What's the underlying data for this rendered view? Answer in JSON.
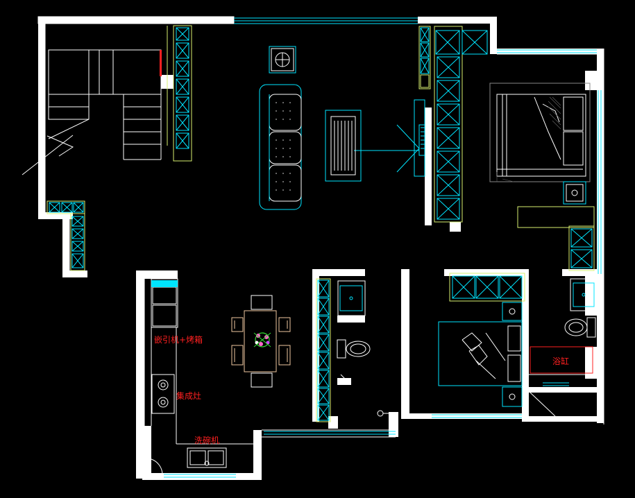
{
  "plan": {
    "labels": {
      "oven": "嵌引机+烤箱",
      "stove": "集成灶",
      "dishwasher": "洗碗机",
      "bathtub": "浴缸"
    },
    "colors": {
      "background": "#000000",
      "wall": "#ffffff",
      "fixture": "#00e5ff",
      "cabinet": "#d7f070",
      "furniture": "#f0c8a0",
      "label": "#ff2020",
      "plant_pink": "#ff66cc",
      "plant_green": "#33dd33"
    }
  }
}
